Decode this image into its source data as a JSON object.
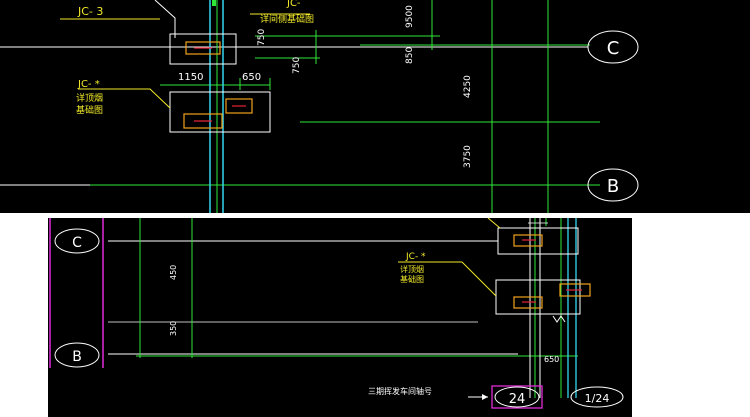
{
  "colors": {
    "background": "#000000",
    "text_yellow": "#f2ea2a",
    "line_green": "#2ee83a",
    "line_cyan": "#33d6f0",
    "line_white": "#ffffff",
    "line_magenta": "#e22bd8",
    "footing_orange": "#f0a21c",
    "column_red": "#e8243a"
  },
  "top": {
    "label_jc3": "JC- 3",
    "label_jc_top": "JC-",
    "label_detail_top": "详间侧基础图",
    "label_jc_left": "JC- *",
    "label_detail_left_1": "详顶烟",
    "label_detail_left_2": "基础图",
    "dim_1150": "1150",
    "dim_650": "650",
    "dim_750a": "750",
    "dim_750b": "750",
    "dim_9500": "9500",
    "dim_850": "850",
    "dim_4250": "4250",
    "dim_3750": "3750",
    "axis_c": "C",
    "axis_b": "B"
  },
  "bottom": {
    "axis_c": "C",
    "axis_b": "B",
    "dim_450v": "450",
    "dim_350v": "350",
    "label_jc": "JC- *",
    "label_detail_1": "详顶烟",
    "label_detail_2": "基础图",
    "dim_650": "650",
    "note_axis": "三期挥发车间轴号",
    "axis_24": "24",
    "axis_1_24": "1/24"
  }
}
